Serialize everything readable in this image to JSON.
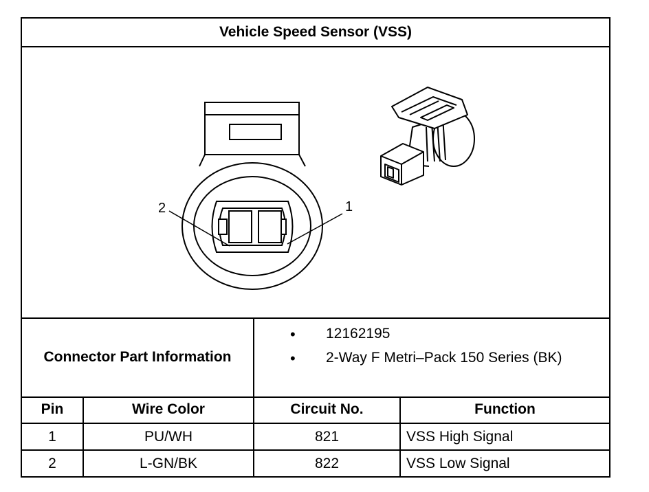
{
  "title": "Vehicle Speed Sensor (VSS)",
  "diagram": {
    "pin_callouts": [
      "2",
      "1"
    ]
  },
  "connector_info": {
    "label": "Connector Part Information",
    "items": [
      "12162195",
      "2-Way F Metri–Pack 150 Series (BK)"
    ],
    "bullet": "•"
  },
  "table": {
    "headers": [
      "Pin",
      "Wire Color",
      "Circuit No.",
      "Function"
    ],
    "rows": [
      [
        "1",
        "PU/WH",
        "821",
        "VSS High Signal"
      ],
      [
        "2",
        "L-GN/BK",
        "822",
        "VSS Low Signal"
      ]
    ]
  }
}
